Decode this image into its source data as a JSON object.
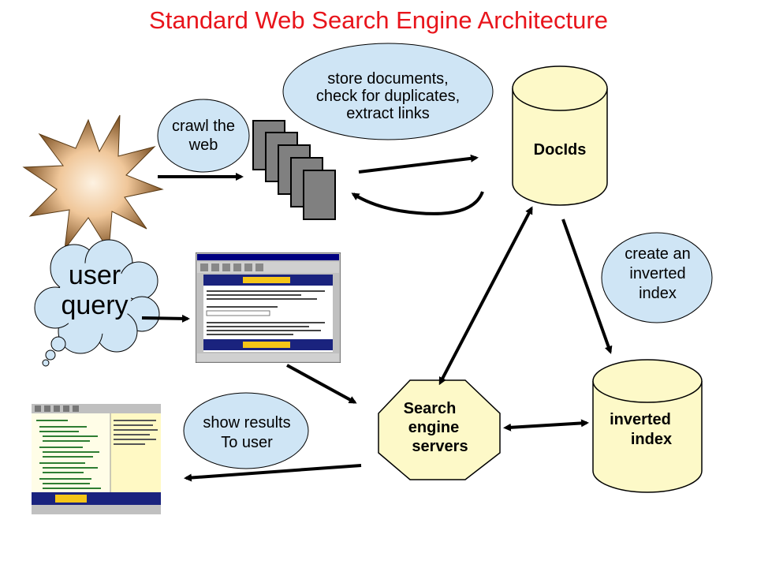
{
  "title": "Standard Web Search Engine Architecture",
  "nodes": {
    "crawl": [
      "crawl the",
      "web"
    ],
    "store": [
      "store documents,",
      "check for duplicates,",
      "extract links"
    ],
    "docids": "DocIds",
    "user_query": [
      "user",
      "query"
    ],
    "create_index": [
      "create an",
      "inverted",
      "index"
    ],
    "search_servers": [
      "Search",
      "engine",
      "servers"
    ],
    "inverted_index": [
      "inverted",
      "index"
    ],
    "show_results": [
      "show results",
      "To user"
    ]
  },
  "colors": {
    "title": "#e8141b",
    "bubble": "#cfe5f5",
    "cylinder": "#fdf9c8",
    "octagon": "#fdf9c8",
    "burst_center": "#fbe6c9",
    "burst_edge": "#7a4e1a",
    "page": "#808080"
  }
}
